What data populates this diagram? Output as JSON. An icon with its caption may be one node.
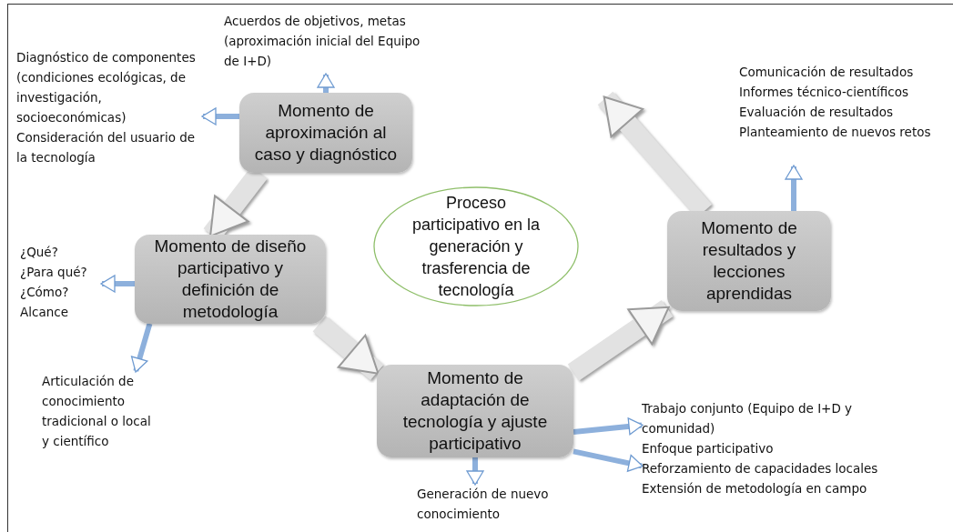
{
  "diagram": {
    "nodes": [
      {
        "text": [
          "Momento de aproximación al caso  y diagnóstico"
        ]
      },
      {
        "text": [
          "Momento de diseño participativo y definición de metodología"
        ]
      },
      {
        "text": [
          "Momento de adaptación de tecnología y ajuste participativo"
        ]
      },
      {
        "text": [
          "Momento de resultados y lecciones aprendidas"
        ]
      },
      {
        "text": [
          "Proceso participativo en la generación y trasferencia de tecnología"
        ]
      },
      {
        "text": [
          "Acuerdos de objetivos, metas (aproximación inicial del Equipo de I+D)"
        ]
      },
      {
        "text": [
          "Diagnóstico de componentes (condiciones ecológicas, de investigación, socioeconómicas)",
          "Consideración del usuario de la tecnología"
        ]
      },
      {
        "text": [
          "¿Qué?",
          "¿Para qué?",
          "¿Cómo?",
          "Alcance"
        ]
      },
      {
        "text": [
          "Articulación de conocimiento tradicional o local  y científico"
        ]
      },
      {
        "text": [
          "Generación de nuevo conocimiento"
        ]
      },
      {
        "text": [
          "Trabajo conjunto (Equipo de I+D y comunidad)",
          "Enfoque participativo",
          "Reforzamiento de capacidades locales",
          "Extensión de metodología en campo"
        ]
      },
      {
        "text": [
          "Comunicación de resultados",
          "Informes técnico-científicos",
          "Evaluación de resultados",
          "Planteamiento de nuevos retos"
        ]
      }
    ],
    "edges": [
      {
        "from": 0,
        "to": 1,
        "arrow": "to",
        "style": "thick"
      },
      {
        "from": 1,
        "to": 2,
        "arrow": "to",
        "style": "thick"
      },
      {
        "from": 2,
        "to": 3,
        "arrow": "to",
        "style": "thick"
      },
      {
        "from": 3,
        "to": null,
        "arrow": "to",
        "style": "thick"
      },
      {
        "from": 0,
        "to": 5,
        "arrow": "to"
      },
      {
        "from": 0,
        "to": 6,
        "arrow": "to"
      },
      {
        "from": 1,
        "to": 7,
        "arrow": "to"
      },
      {
        "from": 1,
        "to": 8,
        "arrow": "to"
      },
      {
        "from": 2,
        "to": 9,
        "arrow": "to"
      },
      {
        "from": 2,
        "to": 10,
        "arrow": "to"
      },
      {
        "from": 2,
        "to": 10,
        "arrow": "to"
      },
      {
        "from": 3,
        "to": 11,
        "arrow": "to"
      }
    ]
  }
}
